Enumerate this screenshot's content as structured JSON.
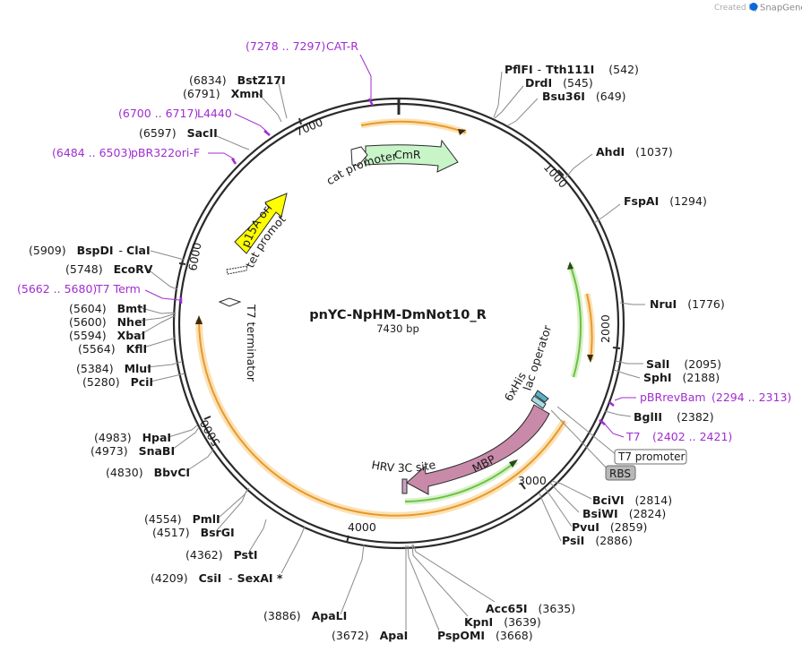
{
  "header": {
    "created_by": "Created by",
    "brand": "SnapGene"
  },
  "plasmid": {
    "name": "pnYC-NpHM-DmNot10_R",
    "size_label": "7430 bp",
    "ticks": [
      "1000",
      "2000",
      "3000",
      "4000",
      "5000",
      "6000",
      "7000"
    ]
  },
  "features": {
    "cmr": "CmR",
    "cat_promoter": "cat promoter",
    "p15a_ori": "p15A ori",
    "tet_promoter": "tet promoter",
    "t7_terminator": "T7 terminator",
    "lac_operator": "lac operator",
    "his": "6xHis",
    "mbp": "MBP",
    "hrv": "HRV 3C site",
    "t7_promoter": "T7 promoter",
    "rbs": "RBS"
  },
  "sites_right": [
    {
      "name": "PflFI",
      "extra_sep": "-",
      "extra_name": "Tth111I",
      "pos": "(542)"
    },
    {
      "name": "DrdI",
      "pos": "(545)"
    },
    {
      "name": "Bsu36I",
      "pos": "(649)"
    },
    {
      "name": "AhdI",
      "pos": "(1037)"
    },
    {
      "name": "FspAI",
      "pos": "(1294)"
    },
    {
      "name": "NruI",
      "pos": "(1776)"
    },
    {
      "name": "SalI",
      "pos": "(2095)"
    },
    {
      "name": "SphI",
      "pos": "(2188)"
    },
    {
      "name": "BglII",
      "pos": "(2382)"
    },
    {
      "name": "BciVI",
      "pos": "(2814)"
    },
    {
      "name": "BsiWI",
      "pos": "(2824)"
    },
    {
      "name": "PvuI",
      "pos": "(2859)"
    },
    {
      "name": "PsiI",
      "pos": "(2886)"
    },
    {
      "name": "Acc65I",
      "pos": "(3635)"
    },
    {
      "name": "KpnI",
      "pos": "(3639)"
    },
    {
      "name": "PspOMI",
      "pos": "(3668)"
    },
    {
      "name": "ApaI",
      "pos": "(3672)"
    },
    {
      "name": "ApaLI",
      "pos": "(3886)"
    }
  ],
  "sites_left": [
    {
      "name": "CsiI",
      "extra_sep": "-",
      "extra_name": "SexAI *",
      "pos": "(4209)"
    },
    {
      "name": "PstI",
      "pos": "(4362)"
    },
    {
      "name": "BsrGI",
      "pos": "(4517)"
    },
    {
      "name": "PmlI",
      "pos": "(4554)"
    },
    {
      "name": "BbvCI",
      "pos": "(4830)"
    },
    {
      "name": "SnaBI",
      "pos": "(4973)"
    },
    {
      "name": "HpaI",
      "pos": "(4983)"
    },
    {
      "name": "PciI",
      "pos": "(5280)"
    },
    {
      "name": "MluI",
      "pos": "(5384)"
    },
    {
      "name": "KflI",
      "pos": "(5564)"
    },
    {
      "name": "XbaI",
      "pos": "(5594)"
    },
    {
      "name": "NheI",
      "pos": "(5600)"
    },
    {
      "name": "BmtI",
      "pos": "(5604)"
    },
    {
      "name": "EcoRV",
      "pos": "(5748)"
    },
    {
      "name": "BspDI",
      "extra_sep": "-",
      "extra_name": "ClaI",
      "pos": "(5909)"
    },
    {
      "name": "SacII",
      "pos": "(6597)"
    },
    {
      "name": "XmnI",
      "pos": "(6791)"
    },
    {
      "name": "BstZ17I",
      "pos": "(6834)"
    }
  ],
  "primers": [
    {
      "name": "CAT-R",
      "range": "(7278 .. 7297)"
    },
    {
      "name": "L4440",
      "range": "(6700 .. 6717)"
    },
    {
      "name": "pBR322ori-F",
      "range": "(6484 .. 6503)"
    },
    {
      "name": "T7 Term",
      "range": "(5662 .. 5680)"
    },
    {
      "name": "pBRrevBam",
      "range": "(2294 .. 2313)"
    },
    {
      "name": "T7",
      "range": "(2402 .. 2421)"
    }
  ],
  "colors": {
    "ring": "#2b2b2b",
    "primer": "#a02dd0",
    "cmr": "#c8f5c8",
    "p15a": "#ffff00",
    "mbp": "#c98aaa",
    "orange_orf": "#f0a830",
    "green_orf": "#7ed357",
    "leader": "#8a8a8a",
    "his": "#5ab0c8",
    "hrv": "#c9a0c0",
    "rbs": "#b8b8b8"
  }
}
